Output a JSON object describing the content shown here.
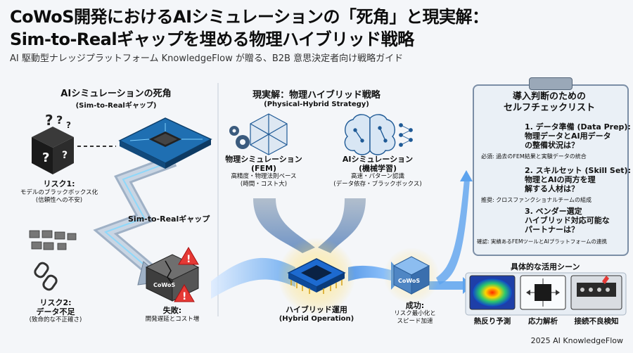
{
  "header": {
    "title_line1": "CoWoS開発におけるAIシミュレーションの「死角」と現実解：",
    "title_line2": "Sim-to-Realギャップを埋める物理ハイブリッド戦略",
    "subtitle": "AI 駆動型ナレッジプラットフォーム KnowledgeFlow が贈る、B2B 意思決定者向け戦略ガイド"
  },
  "left_section": {
    "title": "AIシミュレーションの死角",
    "subtitle": "(Sim-to-Realギャップ)",
    "gap_label": "Sim-to-Realギャップ",
    "risk1": {
      "title": "リスク1:",
      "line1": "モデルのブラックボックス化",
      "line2": "(信頼性への不安)"
    },
    "risk2": {
      "title": "リスク2:",
      "line1": "データ不足",
      "line2": "(致命的な不正確さ)"
    },
    "failure": {
      "title": "失敗:",
      "line1": "開発遅延とコスト増"
    },
    "chip_label": "CoWoS"
  },
  "middle_section": {
    "title": "現実解：物理ハイブリッド戦略",
    "subtitle": "(Physical-Hybrid Strategy)",
    "fem": {
      "title1": "物理シミュレーション",
      "title2": "(FEM)",
      "line1": "高精度・物理法則ベース",
      "line2": "(時間・コスト大)"
    },
    "ai": {
      "title1": "AIシミュレーション",
      "title2": "(機械学習)",
      "line1": "高速・パターン認識",
      "line2": "(データ依存・ブラックボックス)"
    },
    "hybrid": {
      "title": "ハイブリッド運用",
      "subtitle": "(Hybrid Operation)"
    },
    "success": {
      "title": "成功:",
      "line1": "リスク最小化と",
      "line2": "スピード加速"
    },
    "chip_label": "CoWoS"
  },
  "checklist": {
    "title1": "導入判断のための",
    "title2": "セルフチェックリスト",
    "items": [
      {
        "l1": "1. データ準備 (Data Prep):",
        "l2": "物理データとAI用データ",
        "l3": "の整備状況は？",
        "note": "必須: 過去のFEM結果と実験データの統合"
      },
      {
        "l1": "2. スキルセット (Skill Set):",
        "l2": "物理とAIの両方を理",
        "l3": "解する人材は？",
        "note": "推奨: クロスファンクショナルチームの組成"
      },
      {
        "l1": "3. ベンダー選定",
        "l2": "ハイブリッド対応可能な",
        "l3": "パートナーは？",
        "note": "確認: 実績あるFEMツールとAIプラットフォームの連携"
      }
    ]
  },
  "scenes": {
    "title": "具体的な活用シーン",
    "items": [
      "熱反り予測",
      "応力解析",
      "接続不良検知"
    ]
  },
  "footer": {
    "credit": "2025 AI KnowledgeFlow"
  },
  "colors": {
    "accent": "#1f7fd8",
    "gold": "#f5b52a",
    "warning": "#e53935",
    "dark": "#1b1b1b"
  }
}
